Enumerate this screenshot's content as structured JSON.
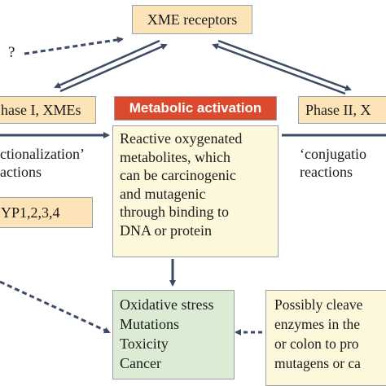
{
  "receptors": {
    "label": "XME receptors"
  },
  "question_mark": "?",
  "phase1": {
    "title": "hase I, XMEs",
    "reaction_lines": [
      "ctionalization’",
      "actions"
    ],
    "enzymes": "YP1,2,3,4"
  },
  "activation": {
    "title": "Metabolic activation",
    "lines": [
      "Reactive oxygenated",
      "metabolites, which",
      "can be carcinogenic",
      "and mutagenic",
      "through binding to",
      "DNA or protein"
    ]
  },
  "phase2": {
    "title": "Phase II, X",
    "reaction_lines": [
      "‘conjugatio",
      "reactions"
    ]
  },
  "outcomes": {
    "lines": [
      "Oxidative stress",
      "Mutations",
      "Toxicity",
      "Cancer"
    ]
  },
  "cleaved": {
    "lines": [
      "Possibly cleave",
      "enzymes in the",
      "or colon to pro",
      "mutagens or ca"
    ]
  },
  "colors": {
    "peach_box": "#fde3b8",
    "ivory_box": "#fdf8dc",
    "green_box": "#dcecd4",
    "activation_banner": "#dc4a2e",
    "border": "#9aa0a6",
    "arrow": "#3d4a66"
  }
}
